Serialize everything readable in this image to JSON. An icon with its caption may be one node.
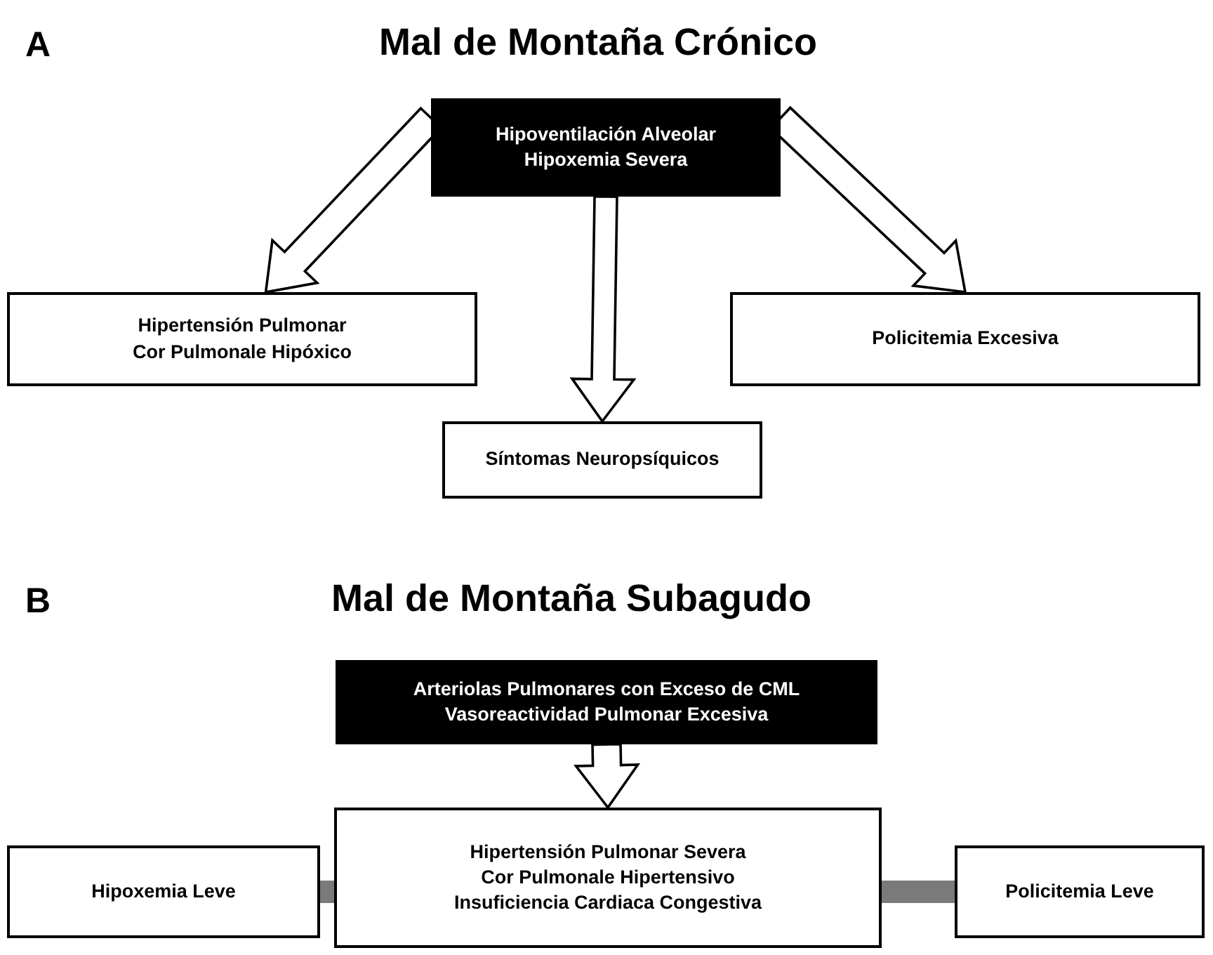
{
  "diagram": {
    "nodes": [
      {
        "text": [
          "Hipoventilación Alveolar Hipoxemia Severa"
        ]
      },
      {
        "text": [
          "Hipertensión Pulmonar Cor Pulmonale Hipóxico"
        ]
      },
      {
        "text": [
          "Policitemia Excesiva"
        ]
      },
      {
        "text": [
          "Síntomas Neuropsíquicos"
        ]
      },
      {
        "text": [
          "Arteriolas Pulmonares con Exceso de CML Vasoreactividad Pulmonar Excesiva"
        ]
      },
      {
        "text": [
          "Hipoxemia Leve"
        ]
      },
      {
        "text": [
          "Hipertensión Pulmonar Severa Cor Pulmonale Hipertensivo Insuficiencia Cardiaca Congestiva"
        ]
      },
      {
        "text": [
          "Policitemia Leve"
        ]
      }
    ],
    "edges": [
      {
        "from": 0,
        "to": 1,
        "arrow": "to"
      },
      {
        "from": 0,
        "to": 2,
        "arrow": "to"
      },
      {
        "from": 0,
        "to": 3,
        "arrow": "to"
      },
      {
        "from": 4,
        "to": 6,
        "arrow": "to"
      },
      {
        "from": 5,
        "to": 6,
        "arrow": "none",
        "color": "#7a7a7a"
      },
      {
        "from": 6,
        "to": 7,
        "arrow": "none",
        "color": "#7a7a7a"
      }
    ],
    "labels": [
      "A",
      "Mal de Montaña Crónico",
      "B",
      "Mal de Montaña Subagudo"
    ]
  }
}
